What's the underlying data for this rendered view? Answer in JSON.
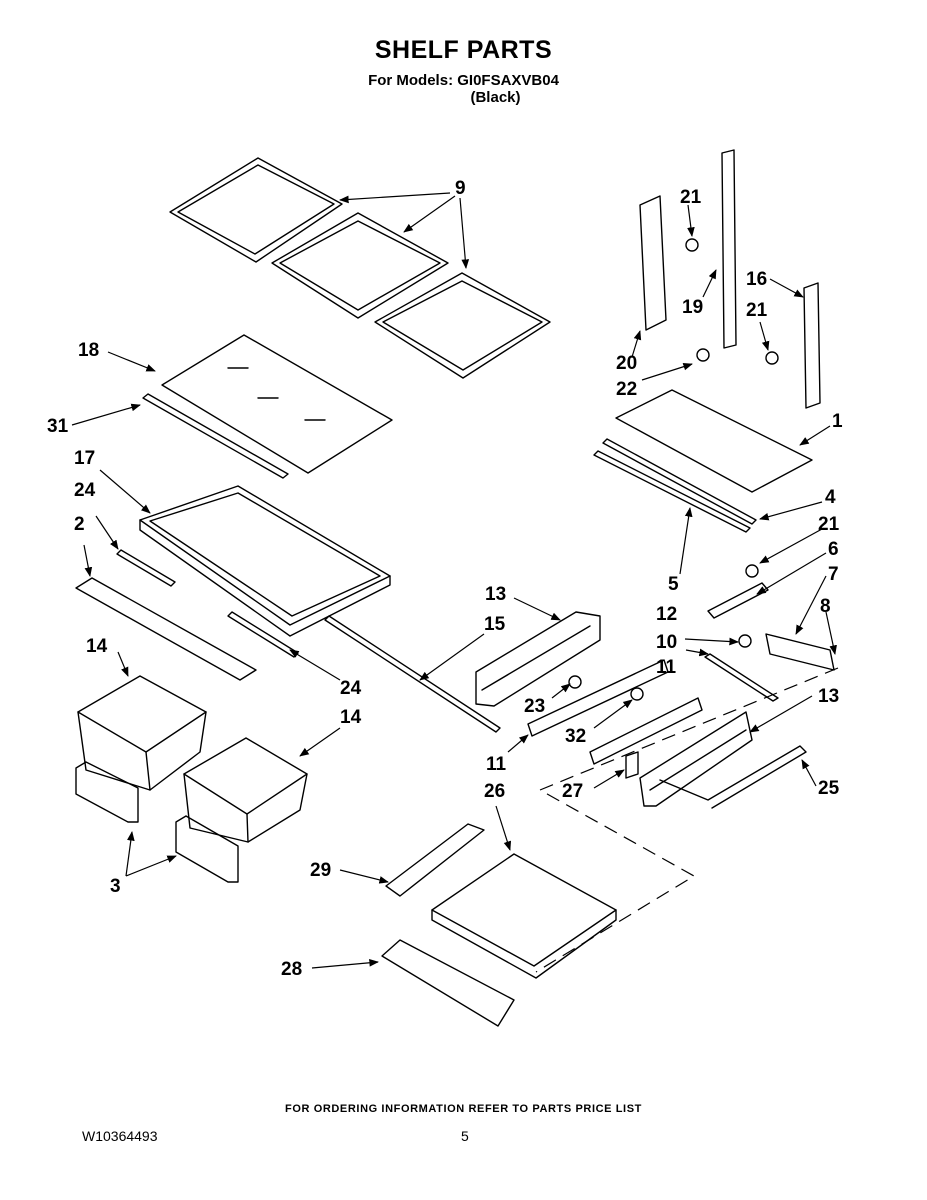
{
  "header": {
    "title": "SHELF PARTS",
    "model_line": "For Models: GI0FSAXVB04",
    "color_line": "(Black)"
  },
  "callouts": [
    "9",
    "21",
    "19",
    "16",
    "21",
    "20",
    "22",
    "18",
    "31",
    "1",
    "17",
    "24",
    "2",
    "4",
    "21",
    "6",
    "7",
    "13",
    "15",
    "12",
    "8",
    "10",
    "11",
    "14",
    "24",
    "23",
    "13",
    "14",
    "32",
    "11",
    "26",
    "27",
    "25",
    "29",
    "3",
    "28",
    "5"
  ],
  "footer": {
    "ordering_note": "FOR ORDERING INFORMATION REFER TO PARTS PRICE LIST",
    "document_number": "W10364493",
    "page_number": "5"
  }
}
